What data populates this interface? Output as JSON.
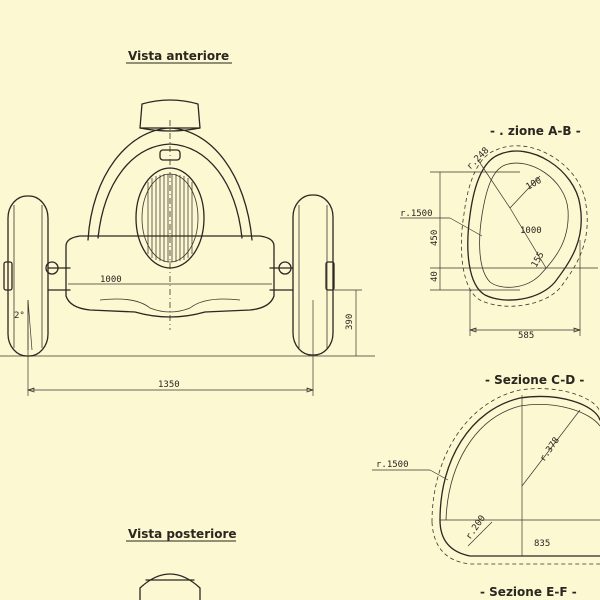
{
  "views": {
    "front_title": "Vista anteriore",
    "rear_title": "Vista posteriore"
  },
  "sections": {
    "ab_title": "- . zione A-B -",
    "cd_title": "- Sezione C-D -",
    "ef_title": "- Sezione E-F -"
  },
  "dimensions": {
    "front_width": "1000",
    "track": "1350",
    "height": "390",
    "camber": "2°",
    "ab_r248": "r.248",
    "ab_r1500": "r.1500",
    "ab_450": "450",
    "ab_40": "40",
    "ab_100": "100",
    "ab_1000": "1000",
    "ab_155": "155",
    "ab_585": "585",
    "cd_r378": "r.378",
    "cd_r1500": "r.1500",
    "cd_r200": "r.200",
    "cd_835": "835"
  }
}
